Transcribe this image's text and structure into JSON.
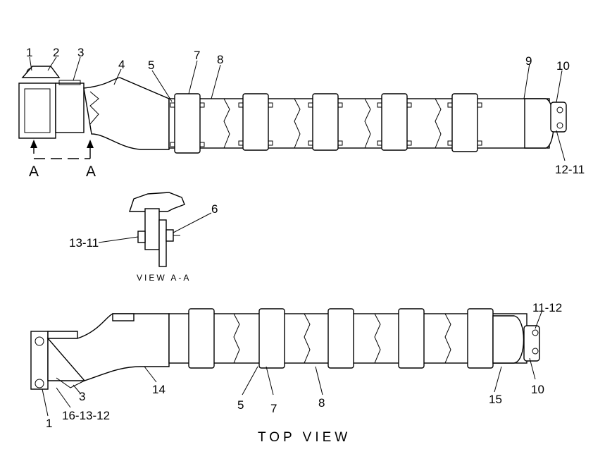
{
  "diagram": {
    "top_labels": [
      "1",
      "2",
      "3",
      "4",
      "5",
      "7",
      "8",
      "9",
      "10",
      "12-11"
    ],
    "section_markers": [
      "A",
      "A"
    ],
    "view_labels": [
      "13-11",
      "6"
    ],
    "view_caption": "VIEW A-A",
    "bottom_labels": [
      "11-12",
      "10",
      "15",
      "8",
      "7",
      "5",
      "14",
      "3",
      "16-13-12",
      "1"
    ],
    "title": "TOP VIEW"
  }
}
